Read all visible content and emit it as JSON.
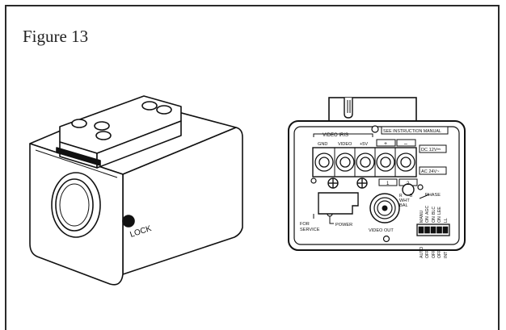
{
  "figure": {
    "title": "Figure 13"
  },
  "camera_body": {
    "lock_label": "LOCK"
  },
  "rear_panel": {
    "video_iris_label": "VIDEO IRIS",
    "see_manual_label": "SEE INSTRUCTION MANUAL",
    "terminal_labels": [
      "GND",
      "VIDEO",
      "+5V"
    ],
    "plus_symbol": "+",
    "minus_symbol": "–",
    "dc_label": "DC 12V⎓",
    "ac_label": "AC 24V~",
    "ac_terminals": [
      "1",
      "2"
    ],
    "for_service_line1": "FOR",
    "for_service_line2": "SERVICE",
    "power_label": "POWER",
    "video_out_label": "VIDEO OUT",
    "wht_bal_line1": "WHT",
    "wht_bal_line2": "BAL",
    "phase_label": "PHASE",
    "dial_letters": [
      "R",
      "B"
    ],
    "switch_columns": [
      [
        "MANU",
        "AUTO"
      ],
      [
        "ON",
        "OFF",
        "AGC"
      ],
      [
        "ON",
        "OFF",
        "BLC"
      ],
      [
        "ON",
        "OFF",
        "LEE"
      ],
      [
        "LL",
        "INT"
      ]
    ]
  }
}
